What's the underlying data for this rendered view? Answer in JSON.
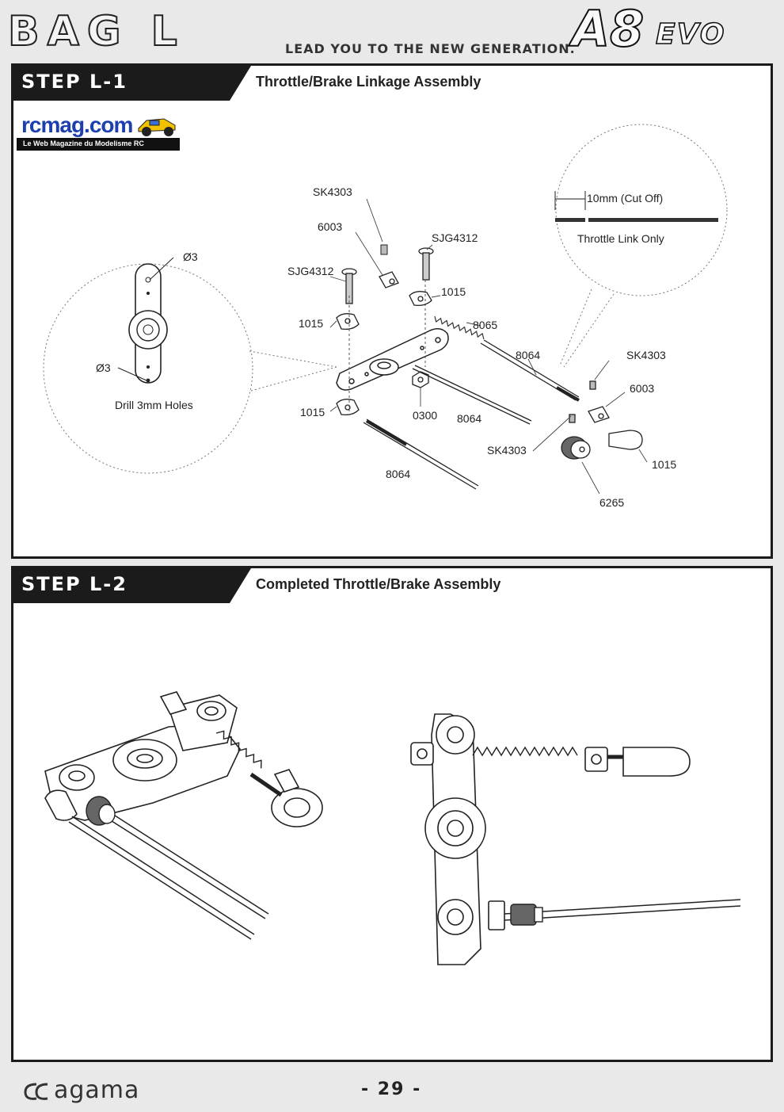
{
  "header": {
    "bag_title": "BAG L",
    "tagline": "LEAD YOU TO THE NEW GENERATION.",
    "logo_main": "A8",
    "logo_suffix": "EVO"
  },
  "watermark": {
    "site": "rcmag.com",
    "subtitle": "Le Web Magazine du Modelisme RC"
  },
  "step1": {
    "label": "STEP L-1",
    "title": "Throttle/Brake Linkage Assembly",
    "servo_callout": {
      "hole_top": "Ø3",
      "hole_bottom": "Ø3",
      "note": "Drill 3mm Holes"
    },
    "link_callout": {
      "cut": "10mm (Cut Off)",
      "note": "Throttle Link Only"
    },
    "parts": {
      "sk4303_a": "SK4303",
      "p6003_a": "6003",
      "sjg4312_a": "SJG4312",
      "sjg4312_b": "SJG4312",
      "p1015_a": "1015",
      "p1015_b": "1015",
      "p8065": "8065",
      "p8064_a": "8064",
      "sk4303_b": "SK4303",
      "p6003_b": "6003",
      "p1015_c": "1015",
      "p0300": "0300",
      "p8064_b": "8064",
      "sk4303_c": "SK4303",
      "p1015_d": "1015",
      "p8064_c": "8064",
      "p6265": "6265"
    }
  },
  "step2": {
    "label": "STEP L-2",
    "title": "Completed Throttle/Brake Assembly"
  },
  "footer": {
    "brand": "agama",
    "page": "- 29 -"
  }
}
